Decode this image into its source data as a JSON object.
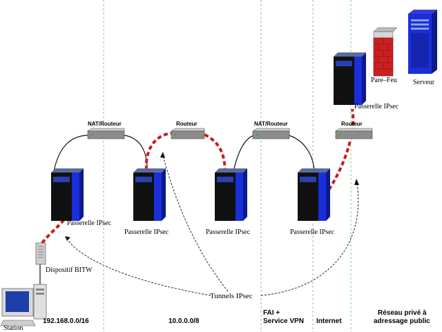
{
  "colors": {
    "divider": "#7ecf7e",
    "tunnel": "#cc1a1a",
    "server_blue": "#1a2fd9",
    "server_dark": "#111111",
    "firewall": "#cc2020",
    "router_body": "#8c8c8c"
  },
  "labels": {
    "gateway": "Passerelle IPsec",
    "nat_router": "NAT/Routeur",
    "router": "Routeur",
    "tunnels": "Tunnels IPsec",
    "bitw": "Dispositif BITW",
    "station": "Station",
    "firewall": "Pare–Feu",
    "server": "Serveur"
  },
  "zones": {
    "net1": "192.168.0.0/16",
    "net2": "10.0.0.0/8",
    "fai_line1": "FAI +",
    "fai_line2": "Service VPN",
    "internet": "Internet",
    "private_line1": "Réseau privé à",
    "private_line2": "adressage public"
  }
}
